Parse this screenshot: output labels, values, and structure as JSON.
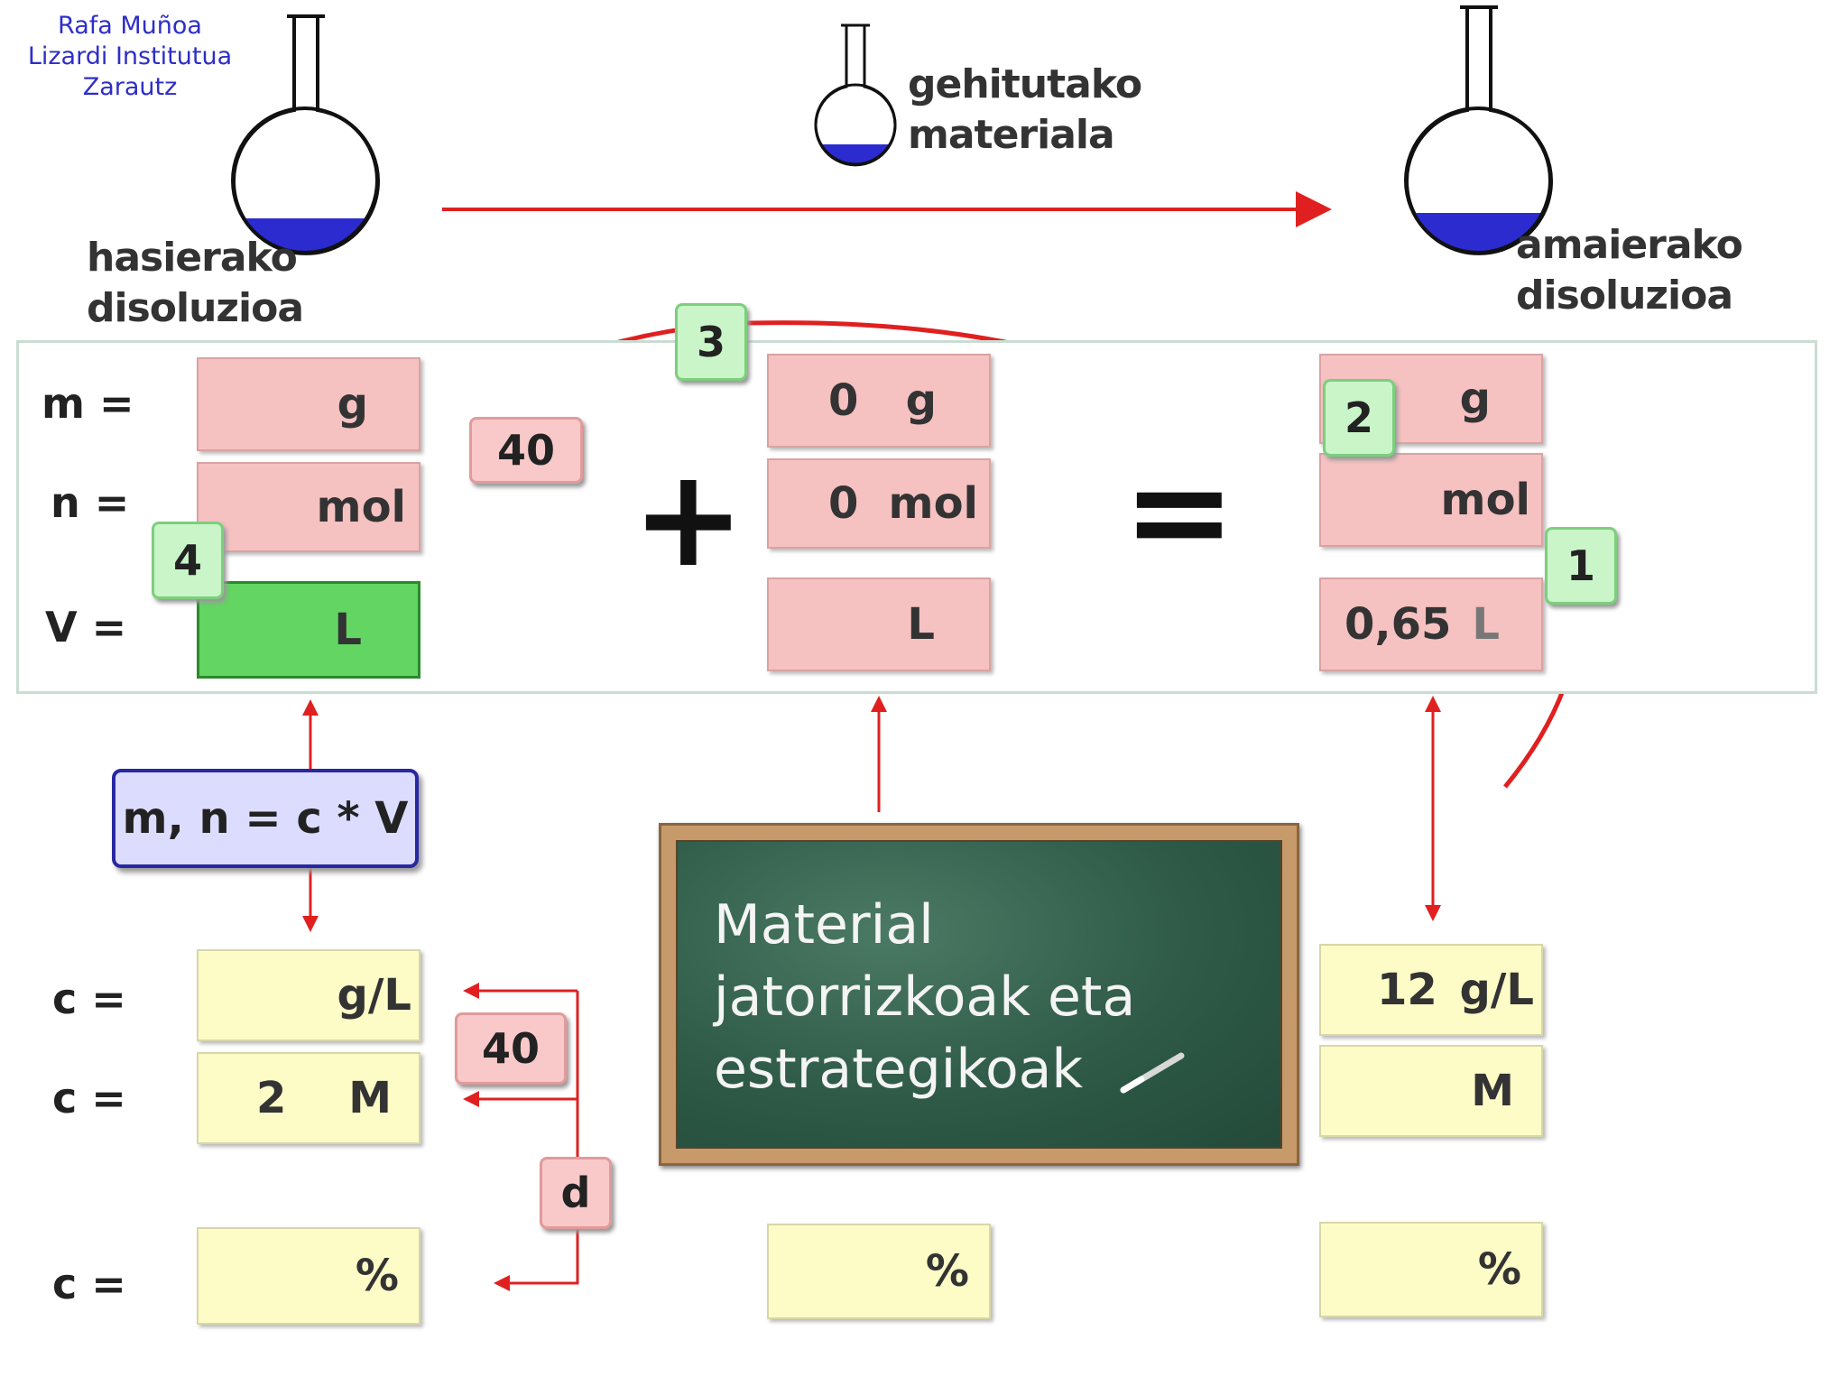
{
  "author": {
    "line1": "Rafa Muñoa",
    "line2": "Lizardi Institutua",
    "line3": "Zarautz"
  },
  "flasks": {
    "initial_label_1": "hasierako",
    "initial_label_2": "disoluzioa",
    "added_label_1": "gehitutako",
    "added_label_2": "materiala",
    "final_label_1": "amaierako",
    "final_label_2": "disoluzioa"
  },
  "rows": {
    "m": "m =",
    "n": "n =",
    "V": "V =",
    "c1": "c =",
    "c2": "c =",
    "c3": "c ="
  },
  "initial": {
    "m_value": "",
    "m_unit": "g",
    "n_value": "",
    "n_unit": "mol",
    "v_value": "",
    "v_unit": "L",
    "cgl_value": "",
    "cgl_unit": "g/L",
    "cm_value": "2",
    "cm_unit": "M",
    "cpct_value": "",
    "cpct_unit": "%"
  },
  "added": {
    "m_value": "0",
    "m_unit": "g",
    "n_value": "0",
    "n_unit": "mol",
    "v_value": "",
    "v_unit": "L",
    "cpct_value": "",
    "cpct_unit": "%"
  },
  "final": {
    "m_value": "",
    "m_unit": "g",
    "n_value": "",
    "n_unit": "mol",
    "v_value": "0,65",
    "v_unit": "L",
    "cgl_value": "12",
    "cgl_unit": "g/L",
    "cm_value": "",
    "cm_unit": "M",
    "cpct_value": "",
    "cpct_unit": "%"
  },
  "operators": {
    "plus": "+",
    "equals": "="
  },
  "steps": {
    "s1": "1",
    "s2": "2",
    "s3": "3",
    "s4": "4"
  },
  "conversions": {
    "top_factor": "40",
    "bottom_factor": "40",
    "density": "d"
  },
  "formula": "m, n = c * V",
  "chalkboard": {
    "line1": "Material",
    "line2": "jatorrizkoak eta",
    "line3": "estrategikoak"
  },
  "colors": {
    "arrow": "#e02020",
    "pink": "#f6c1c1",
    "yellow": "#fdfbc6",
    "green": "#62d562",
    "liquid": "#2b2bd0"
  }
}
